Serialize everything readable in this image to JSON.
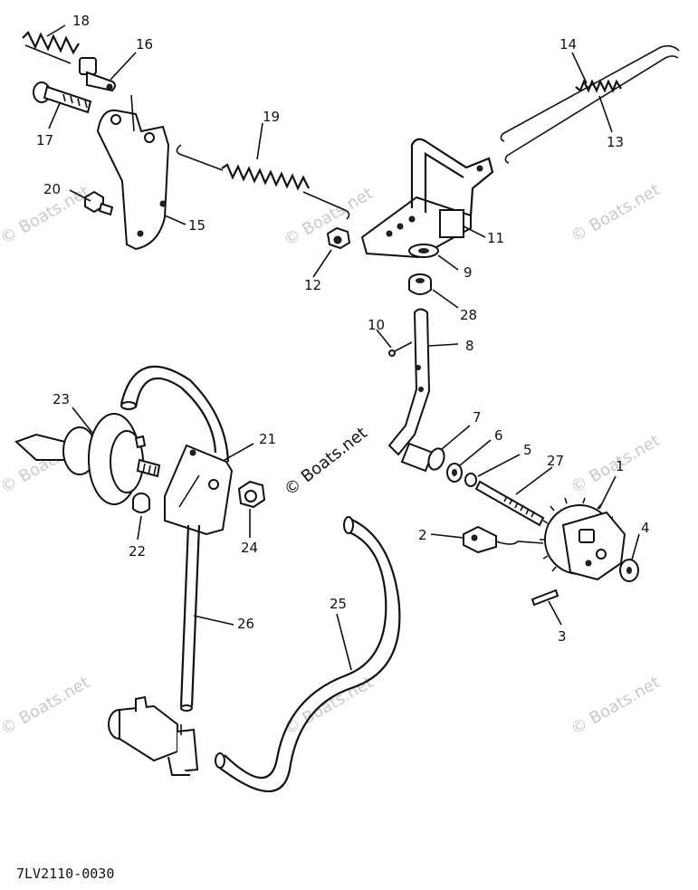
{
  "parts": {
    "p1": "1",
    "p2": "2",
    "p3": "3",
    "p4": "4",
    "p5": "5",
    "p6": "6",
    "p7": "7",
    "p8": "8",
    "p9": "9",
    "p10": "10",
    "p11": "11",
    "p12": "12",
    "p13": "13",
    "p14": "14",
    "p15": "15",
    "p16": "16",
    "p17": "17",
    "p18": "18",
    "p19": "19",
    "p20": "20",
    "p21": "21",
    "p22": "22",
    "p23": "23",
    "p24": "24",
    "p25": "25",
    "p26": "26",
    "p27": "27",
    "p28": "28"
  },
  "watermark": "© Boats.net",
  "diagram_code": "7LV2110-0030"
}
